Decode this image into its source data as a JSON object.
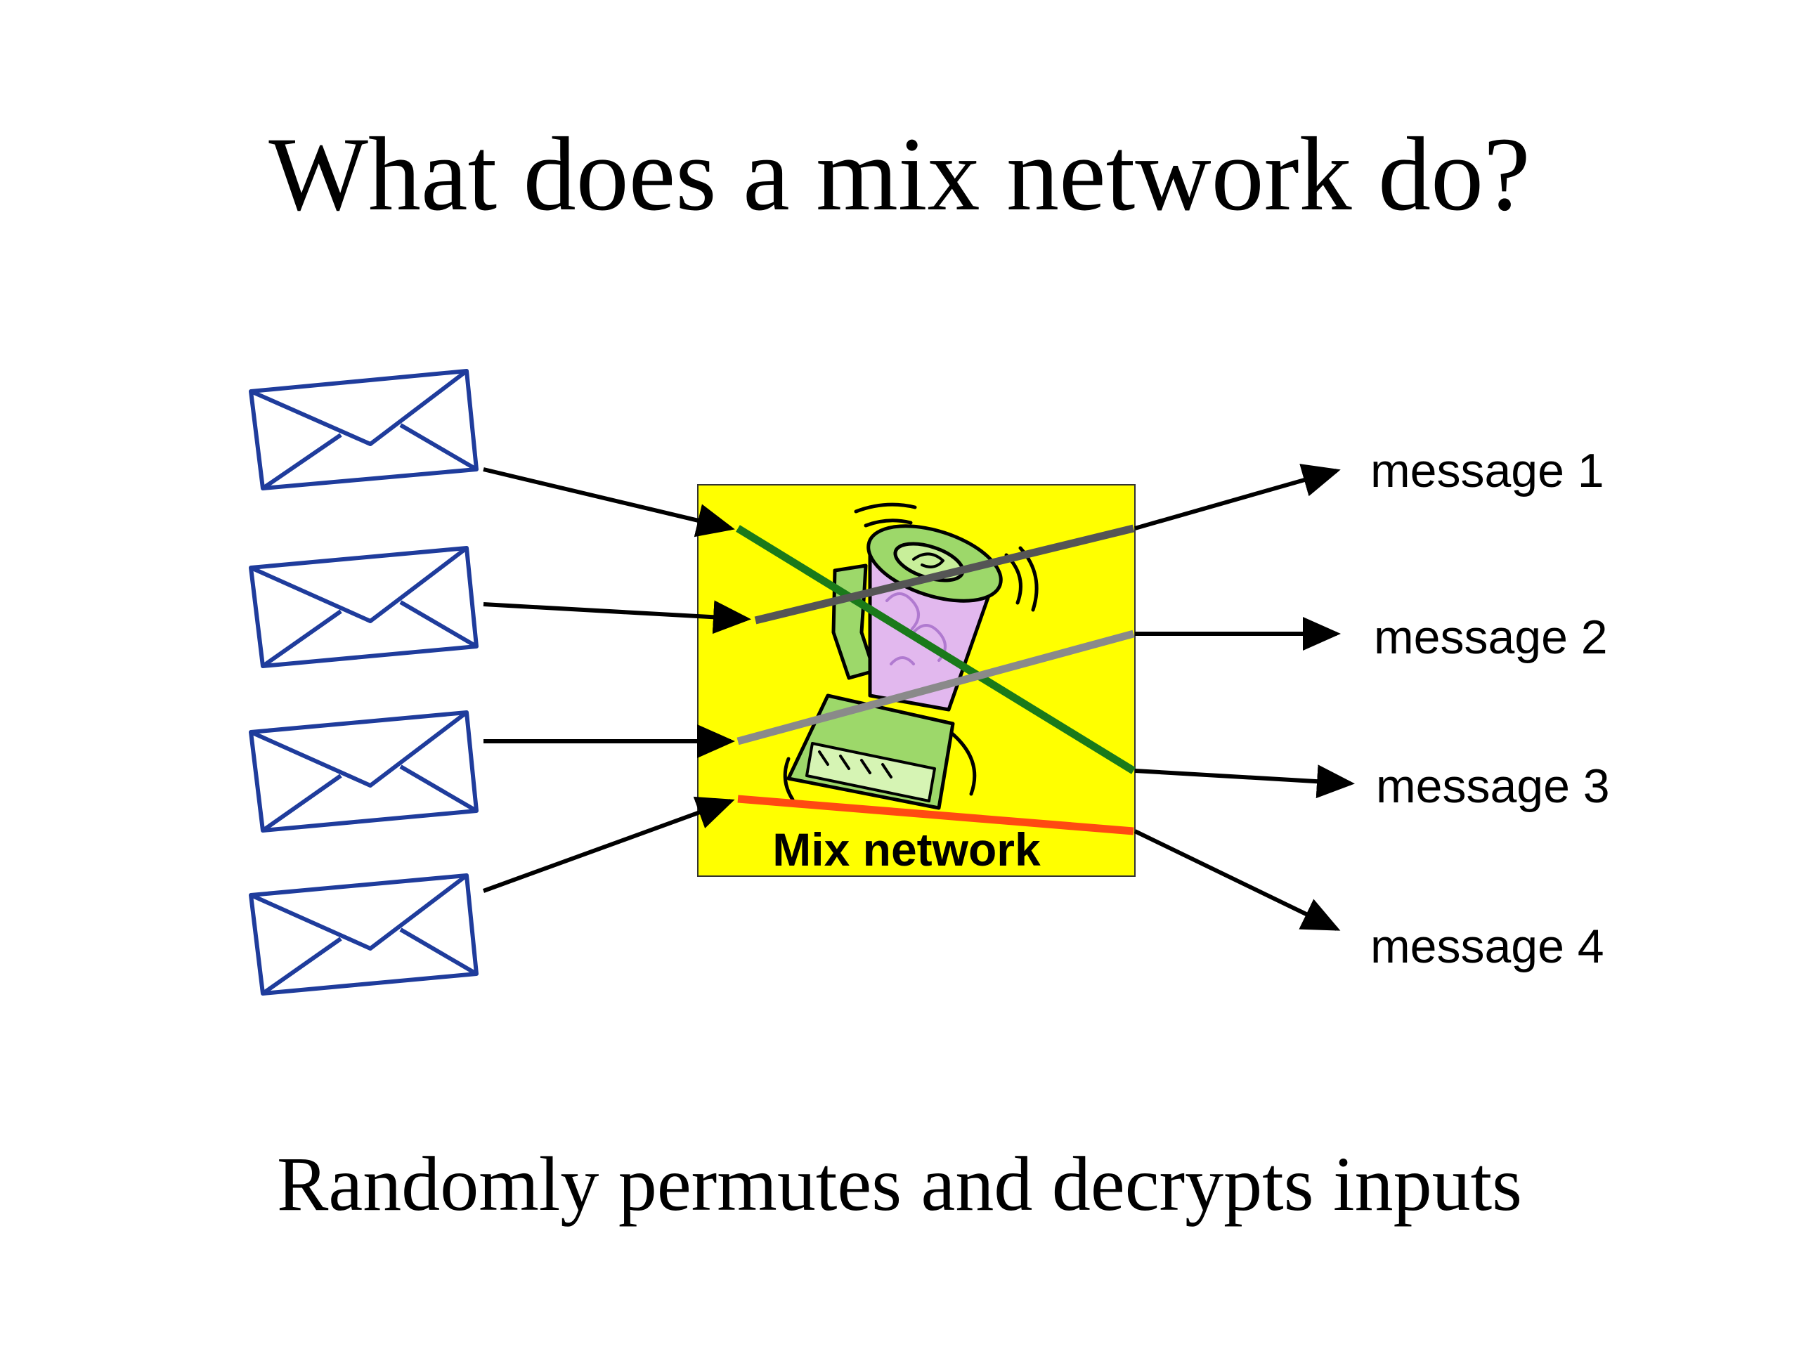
{
  "slide": {
    "title": "What does a mix network do?",
    "subtitle": "Randomly permutes and decrypts inputs"
  },
  "diagram": {
    "box_label": "Mix network",
    "outputs": [
      {
        "label": "message 1"
      },
      {
        "label": "message 2"
      },
      {
        "label": "message 3"
      },
      {
        "label": "message 4"
      }
    ],
    "colors": {
      "box_fill": "#ffff00",
      "envelope_stroke": "#1f3c9c",
      "path_green": "#1a7a1a",
      "path_dark_gray": "#555555",
      "path_light_gray": "#8a8a8a",
      "path_orange_red": "#ff4a12",
      "blender_body": "#9dd86a",
      "blender_jar": "#e2b8ee"
    }
  }
}
